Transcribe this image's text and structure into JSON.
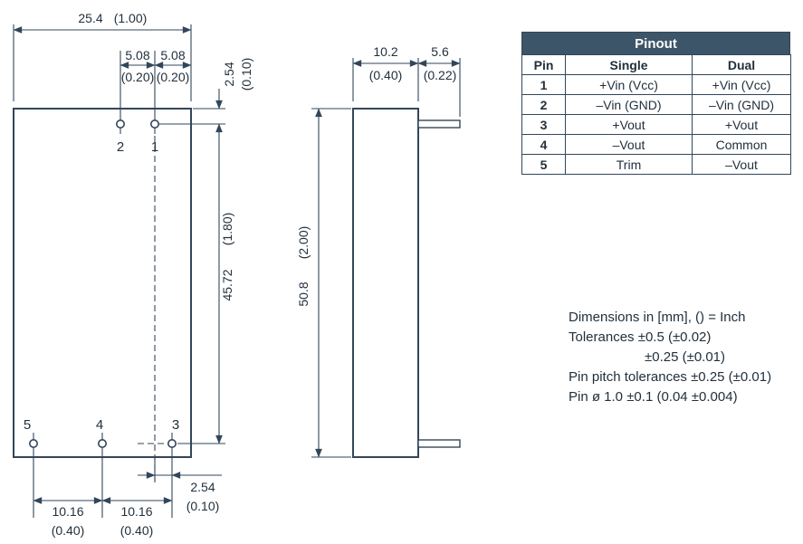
{
  "colors": {
    "line": "#32465a",
    "text": "#22303c",
    "table_header_bg": "#3d5568",
    "table_header_text": "#ffffff",
    "table_border": "#32465a"
  },
  "front_view": {
    "overall_width": {
      "mm": "25.4",
      "inch": "(1.00)"
    },
    "top_pitch_left": {
      "mm": "5.08",
      "inch": "(0.20)"
    },
    "top_pitch_right": {
      "mm": "5.08",
      "inch": "(0.20)"
    },
    "top_offset": {
      "mm": "2.54",
      "inch": "(0.10)"
    },
    "pin_row_span": {
      "mm": "45.72",
      "inch": "(1.80)"
    },
    "bottom_offset": {
      "mm": "2.54",
      "inch": "(0.10)"
    },
    "bottom_pitch_left": {
      "mm": "10.16",
      "inch": "(0.40)"
    },
    "bottom_pitch_right": {
      "mm": "10.16",
      "inch": "(0.40)"
    },
    "pins": {
      "pin1": "1",
      "pin2": "2",
      "pin3": "3",
      "pin4": "4",
      "pin5": "5"
    }
  },
  "side_view": {
    "depth": {
      "mm": "10.2",
      "inch": "(0.40)"
    },
    "pin_length": {
      "mm": "5.6",
      "inch": "(0.22)"
    },
    "height": {
      "mm": "50.8",
      "inch": "(2.00)"
    }
  },
  "pinout_table": {
    "title": "Pinout",
    "columns": [
      "Pin",
      "Single",
      "Dual"
    ],
    "rows": [
      {
        "pin": "1",
        "single": "+Vin (Vcc)",
        "dual": "+Vin (Vcc)"
      },
      {
        "pin": "2",
        "single": "–Vin (GND)",
        "dual": "–Vin (GND)"
      },
      {
        "pin": "3",
        "single": "+Vout",
        "dual": "+Vout"
      },
      {
        "pin": "4",
        "single": "–Vout",
        "dual": "Common"
      },
      {
        "pin": "5",
        "single": "Trim",
        "dual": "–Vout"
      }
    ]
  },
  "notes": {
    "lines": [
      "Dimensions in [mm], () = Inch",
      "Tolerances ±0.5 (±0.02)",
      "±0.25 (±0.01)",
      "Pin pitch tolerances ±0.25 (±0.01)",
      "Pin ø 1.0 ±0.1 (0.04 ±0.004)"
    ]
  }
}
